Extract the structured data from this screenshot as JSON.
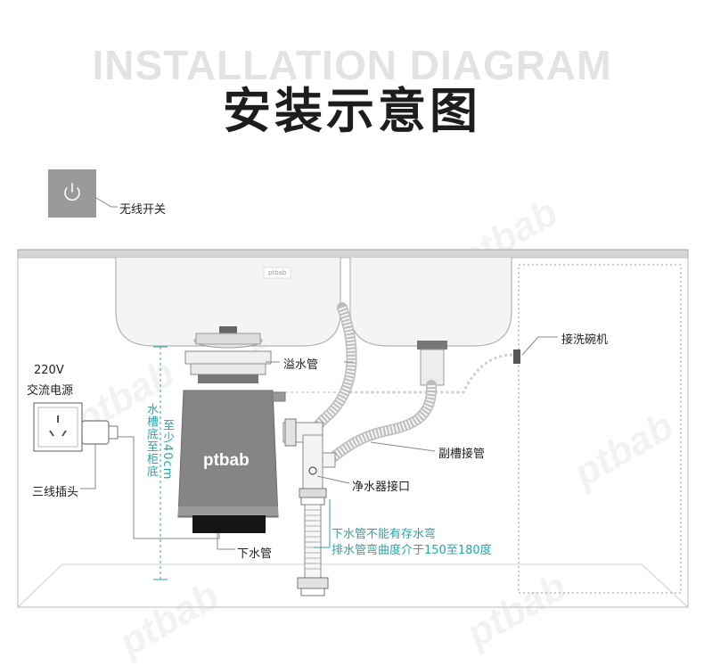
{
  "header": {
    "title_en": "INSTALLATION DIAGRAM",
    "title_cn": "安装示意图"
  },
  "brand": {
    "name": "ptbab",
    "sink_mark": "ptbab"
  },
  "labels": {
    "switch": "无线开关",
    "power_voltage": "220V",
    "power_source": "交流电源",
    "plug": "三线插头",
    "overflow_pipe": "溢水管",
    "dishwasher": "接洗碗机",
    "secondary_sink_pipe": "副槽接管",
    "purifier_port": "净水器接口",
    "drain_pipe": "下水管",
    "height_line1": "水槽底至柜底",
    "height_line2": "至少40cm",
    "note_line1": "下水管不能有存水弯",
    "note_line2": "排水管弯曲度介于150至180度"
  },
  "colors": {
    "accent": "#2aa4a8",
    "text": "#222222",
    "line": "#888888"
  }
}
